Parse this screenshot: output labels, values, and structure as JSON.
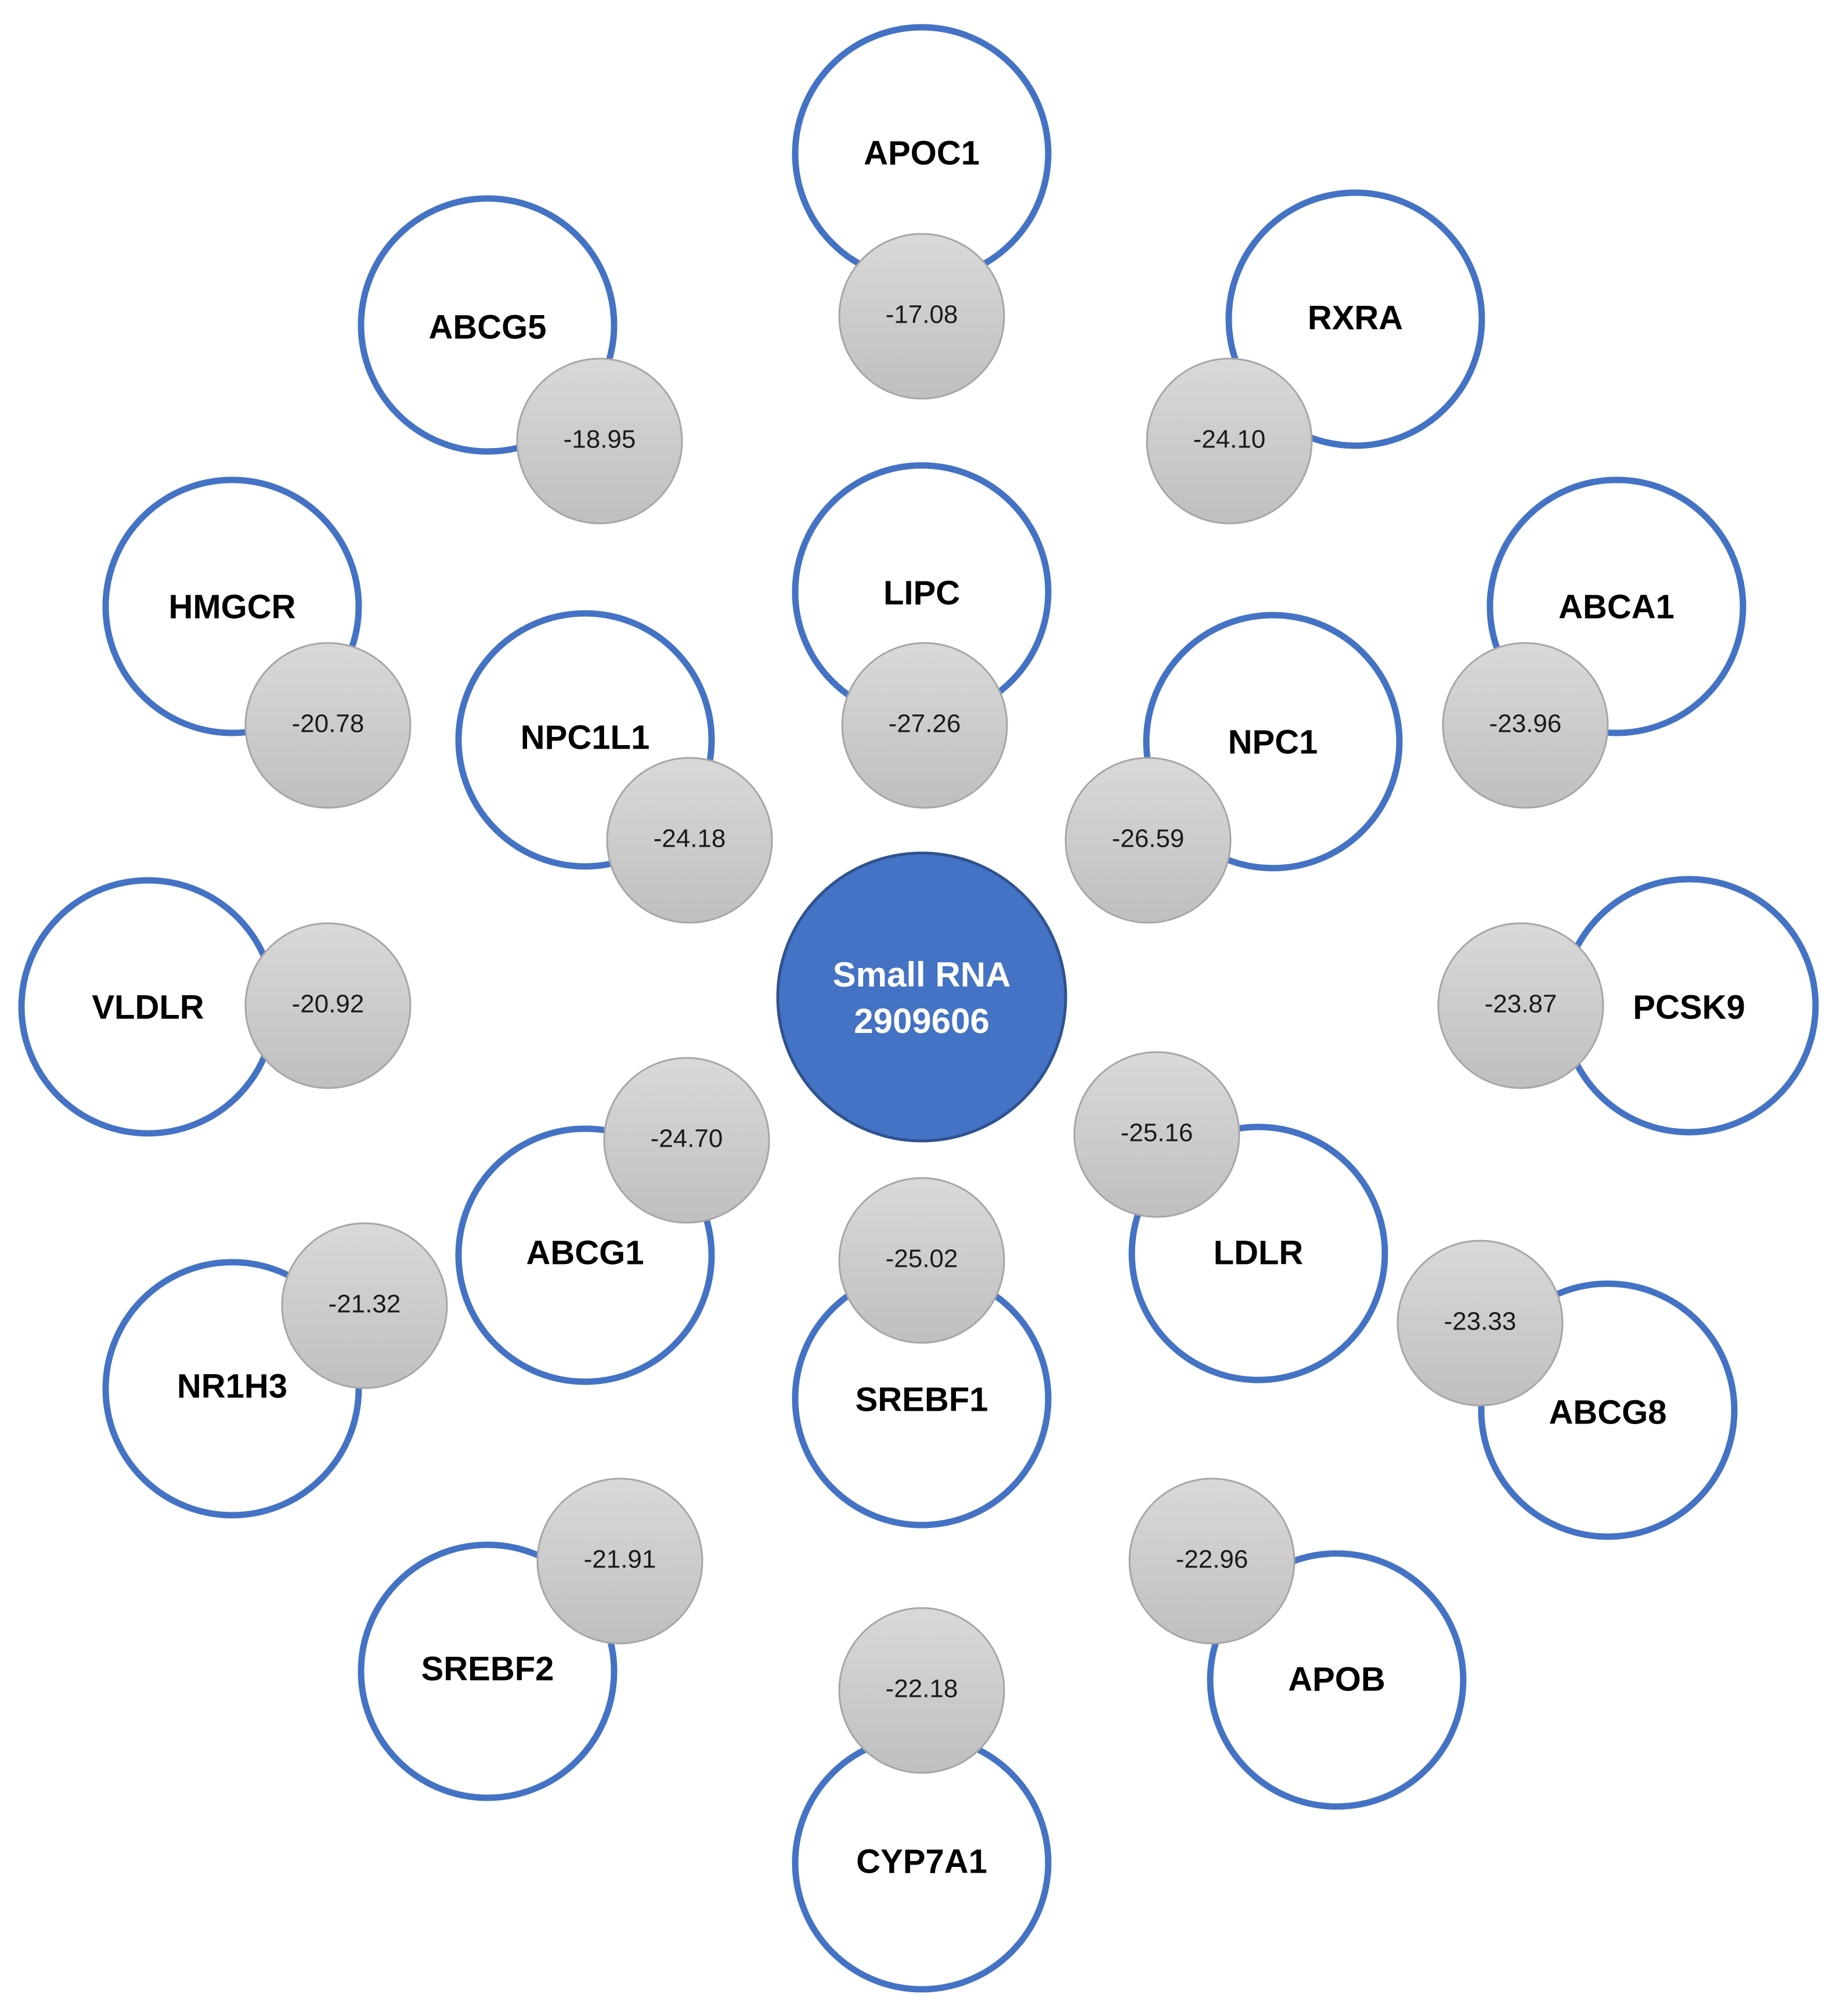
{
  "center": {
    "line1": "Small RNA",
    "line2": "2909606"
  },
  "colors": {
    "ring": "#4472C4",
    "center_fill": "#4472C4",
    "center_stroke": "#2F528F",
    "score_fill_top": "#D9D9D9",
    "score_fill_bottom": "#BFBFBF",
    "score_stroke": "#A6A6A6"
  },
  "nodes": [
    {
      "gene": "APOC1",
      "score": "-17.08"
    },
    {
      "gene": "ABCG5",
      "score": "-18.95"
    },
    {
      "gene": "RXRA",
      "score": "-24.10"
    },
    {
      "gene": "HMGCR",
      "score": "-20.78"
    },
    {
      "gene": "LIPC",
      "score": "-27.26"
    },
    {
      "gene": "ABCA1",
      "score": "-23.96"
    },
    {
      "gene": "NPC1L1",
      "score": "-24.18"
    },
    {
      "gene": "NPC1",
      "score": "-26.59"
    },
    {
      "gene": "VLDLR",
      "score": "-20.92"
    },
    {
      "gene": "PCSK9",
      "score": "-23.87"
    },
    {
      "gene": "ABCG1",
      "score": "-24.70"
    },
    {
      "gene": "LDLR",
      "score": "-25.16"
    },
    {
      "gene": "NR1H3",
      "score": "-21.32"
    },
    {
      "gene": "SREBF1",
      "score": "-25.02"
    },
    {
      "gene": "ABCG8",
      "score": "-23.33"
    },
    {
      "gene": "SREBF2",
      "score": "-21.91"
    },
    {
      "gene": "APOB",
      "score": "-22.96"
    },
    {
      "gene": "CYP7A1",
      "score": "-22.18"
    }
  ]
}
